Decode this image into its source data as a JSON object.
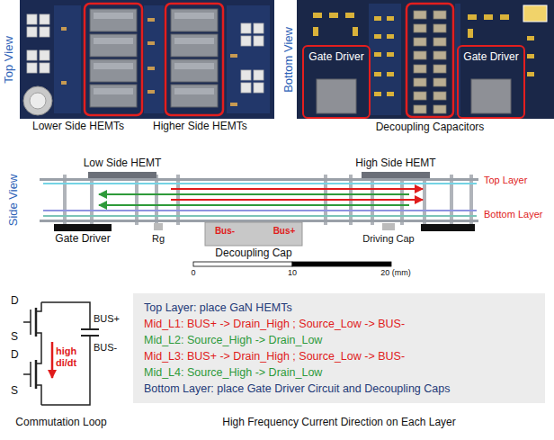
{
  "diagram": {
    "nodes": [
      {
        "text": [
          "Gate Driver"
        ]
      },
      {
        "text": [
          "Gate Driver"
        ]
      },
      {
        "text": [
          "Top Layer: place GaN HEMTs",
          "Mid_L1: BUS+ -> Drain_High ; Source_Low -> BUS-",
          "Mid_L2: Source_High -> Drain_Low",
          "Mid_L3: BUS+ -> Drain_High ; Source_Low -> BUS-",
          "Mid_L4: Source_High -> Drain_Low",
          "Bottom Layer: place Gate Driver Circuit and Decoupling Caps"
        ]
      }
    ],
    "labels": [
      "Top View",
      "Lower Side HEMTs",
      "Higher Side HEMTs",
      "Bottom View",
      "Decoupling Capacitors",
      "Side View",
      "Low Side HEMT",
      "High Side HEMT",
      "Top Layer",
      "Bottom Layer",
      "Gate Driver",
      "Rg",
      "Bus-",
      "Bus+",
      "Decoupling Cap",
      "Driving Cap",
      "0",
      "10",
      "20 (mm)",
      "D",
      "S",
      "D",
      "S",
      "BUS+",
      "BUS-",
      "high di/dt",
      "Commutation Loop",
      "High Frequency Current Direction on Each Layer"
    ]
  }
}
